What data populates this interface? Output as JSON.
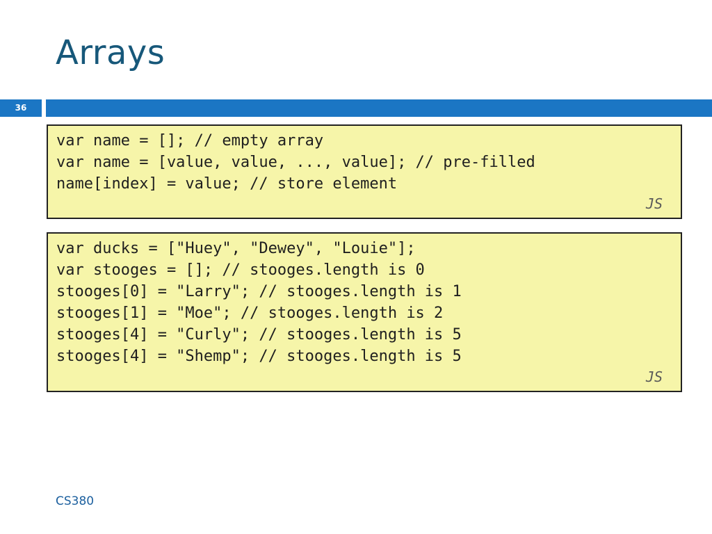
{
  "slide": {
    "title": "Arrays",
    "number": "36",
    "footer": "CS380",
    "colors": {
      "title": "#17587a",
      "bar": "#1b76c4",
      "code_background": "#f6f5a9"
    }
  },
  "code_blocks": [
    {
      "lines": [
        "var name = []; // empty array",
        "var name = [value, value, ..., value]; // pre-filled",
        "name[index] = value; // store element"
      ],
      "language": "JS"
    },
    {
      "lines": [
        "var ducks = [\"Huey\", \"Dewey\", \"Louie\"];",
        "var stooges = []; // stooges.length is 0",
        "stooges[0] = \"Larry\"; // stooges.length is 1",
        "stooges[1] = \"Moe\"; // stooges.length is 2",
        "stooges[4] = \"Curly\"; // stooges.length is 5",
        "stooges[4] = \"Shemp\"; // stooges.length is 5"
      ],
      "language": "JS"
    }
  ]
}
